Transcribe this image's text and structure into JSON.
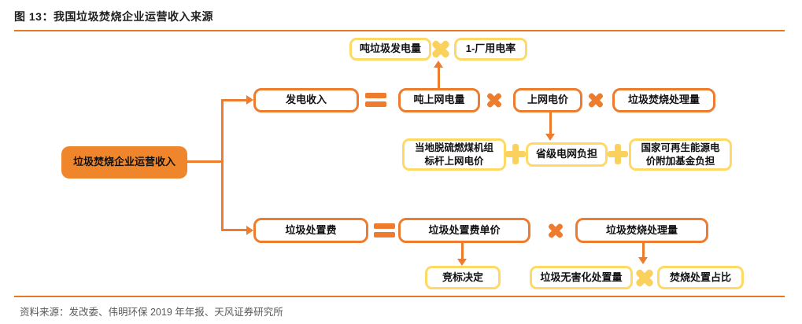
{
  "figure": {
    "title": "图 13：我国垃圾焚烧企业运营收入来源",
    "source": "资料来源：发改委、伟明环保 2019 年年报、天风证券研究所"
  },
  "colors": {
    "orange": "#ED7C2F",
    "orange_fill": "#F0862B",
    "orange_line": "#E87722",
    "yellow": "#FFD965",
    "yellow_op": "#FAD15C",
    "text_dark": "#1F1F1F",
    "text_gray": "#595959"
  },
  "icons": {
    "multiply": "×",
    "plus": "+",
    "equals": "=",
    "arrow": "→"
  },
  "nodes": {
    "root": {
      "label": "垃圾焚烧企业运营收入"
    },
    "power_income": {
      "label": "发电收入"
    },
    "ton_grid_power": {
      "label": "吨上网电量"
    },
    "grid_price": {
      "label": "上网电价"
    },
    "burn_volume_top": {
      "label": "垃圾焚烧处理量"
    },
    "ton_power_gen": {
      "label": "吨垃圾发电量"
    },
    "plant_use_rate": {
      "label": "1-厂用电率"
    },
    "coal_benchmark": {
      "label": "当地脱硫燃煤机组\n标杆上网电价"
    },
    "provincial_grid": {
      "label": "省级电网负担"
    },
    "national_fund": {
      "label": "国家可再生能源电\n价附加基金负担"
    },
    "disposal_fee": {
      "label": "垃圾处置费"
    },
    "disposal_unit_price": {
      "label": "垃圾处置费单价"
    },
    "burn_volume_bottom": {
      "label": "垃圾焚烧处理量"
    },
    "bid_decision": {
      "label": "竞标决定"
    },
    "harmless_volume": {
      "label": "垃圾无害化处置量"
    },
    "burn_ratio": {
      "label": "焚烧处置占比"
    }
  }
}
